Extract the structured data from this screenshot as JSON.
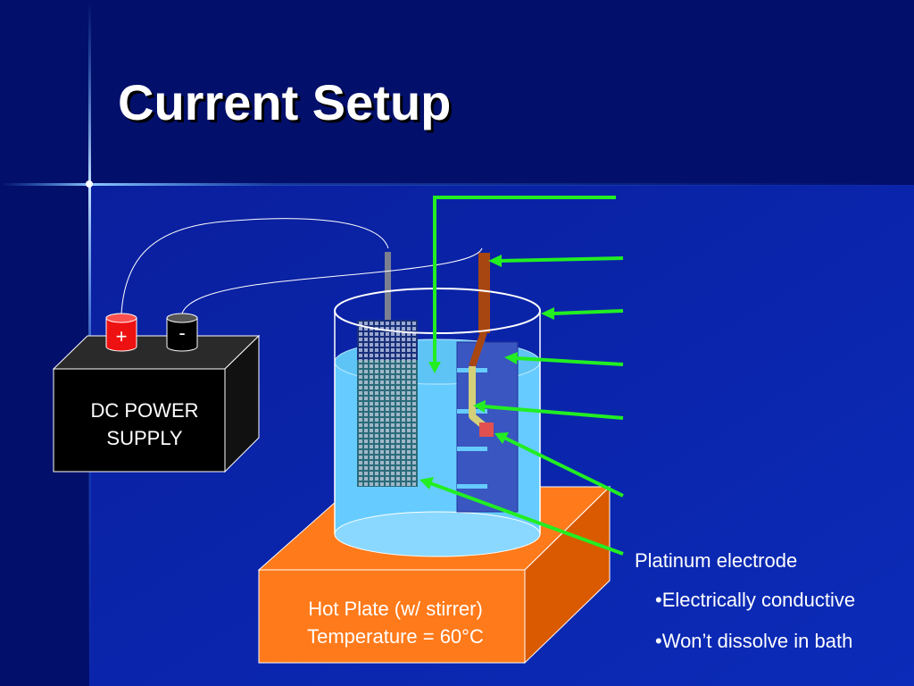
{
  "slide": {
    "title": "Current Setup"
  },
  "power_supply": {
    "line1": "DC POWER",
    "line2": "SUPPLY",
    "positive_terminal": "+",
    "negative_terminal": "-"
  },
  "hot_plate": {
    "line1": "Hot Plate (w/ stirrer)",
    "line2": "Temperature = 60°C"
  },
  "callout": {
    "heading": "Platinum electrode",
    "bullets": [
      "•Electrically conductive",
      "•Won’t dissolve in bath"
    ]
  },
  "colors": {
    "background": "#020f6b",
    "title": "#ffffff",
    "arrow": "#22ee22",
    "bath": "#66ccff",
    "hot_plate": "#ff7a1a",
    "power_supply": "#000000"
  }
}
